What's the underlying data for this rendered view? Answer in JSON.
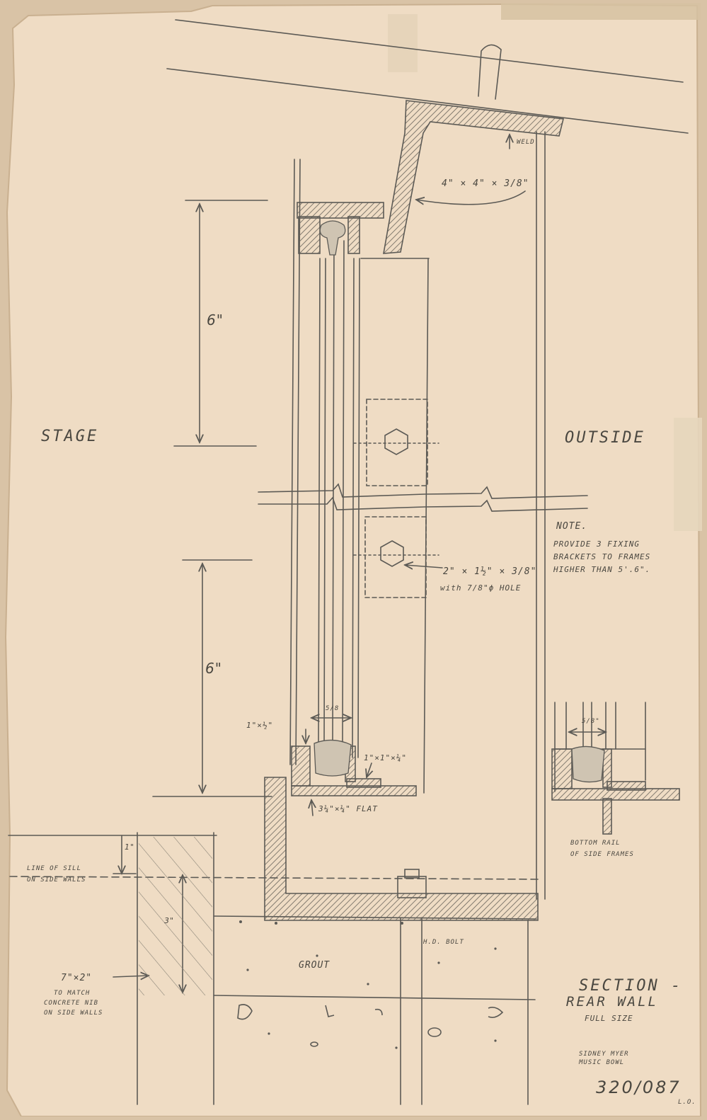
{
  "labels": {
    "stage": "STAGE",
    "outside": "OUTSIDE",
    "weld": "WELD",
    "angle": "4\" × 4\" × 3/8\"",
    "dim_upper": "6\"",
    "dim_lower": "6\"",
    "note_title": "NOTE.",
    "note_line1": "PROVIDE 3 FIXING",
    "note_line2": "BRACKETS TO FRAMES",
    "note_line3": "HIGHER THAN 5'.6\".",
    "bracket_line1": "2\" × 1½\" × 3/8\"",
    "bracket_line2": "with 7/8\"ϕ HOLE",
    "dim_58_main": "5/8",
    "dim_58_detail": "5/8\"",
    "bar_1x12": "1\"×½\"",
    "angle_1x1": "1\"×1\"×¼\"",
    "flat": "3¼\"×¼\" FLAT",
    "bottom_rail_line1": "BOTTOM RAIL",
    "bottom_rail_line2": "OF SIDE FRAMES",
    "dim_1": "1\"",
    "sill_line1": "LINE OF SILL",
    "sill_line2": "ON SIDE WALLS",
    "dim_3": "3\"",
    "nib_size": "7\"×2\"",
    "nib_line1": "TO MATCH",
    "nib_line2": "CONCRETE NIB",
    "nib_line3": "ON SIDE WALLS",
    "bolt": "H.D. BOLT",
    "grout": "GROUT",
    "title_line1": "SECTION -",
    "title_line2": "REAR WALL",
    "title_line3": "FULL SIZE",
    "stamp_line1": "SIDNEY MYER",
    "stamp_line2": "MUSIC BOWL",
    "drawing_no": "320/087",
    "initials": "L.O."
  },
  "colors": {
    "paper": "#efdcc4",
    "pencil": "#5c5a55",
    "hatch": "#6a655c"
  }
}
